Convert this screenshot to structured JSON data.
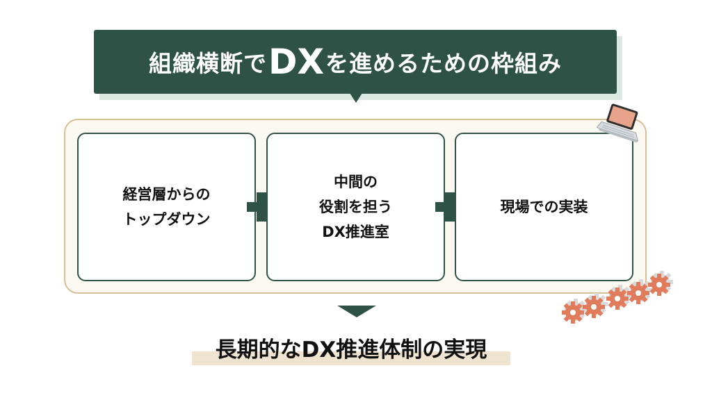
{
  "title": {
    "before": "組織横断で",
    "emphasis": "DX",
    "after": "を進めるための枠組み"
  },
  "cards": [
    {
      "line1": "経営層からの",
      "line2": "トップダウン",
      "line3": ""
    },
    {
      "line1": "中間の",
      "line2": "役割を担う",
      "line3": "DX推進室"
    },
    {
      "line1": "現場での実装",
      "line2": "",
      "line3": ""
    }
  ],
  "conclusion": "長期的なDX推進体制の実現",
  "icons": [
    "laptop-icon",
    "gears-icon",
    "plus-icon",
    "down-arrow-icon"
  ],
  "colors": {
    "primary": "#2f5246",
    "frame_border": "#d7bf95",
    "frame_bg": "#fbf8f2",
    "highlight": "#efe4cf",
    "accent": "#e07b5b"
  }
}
